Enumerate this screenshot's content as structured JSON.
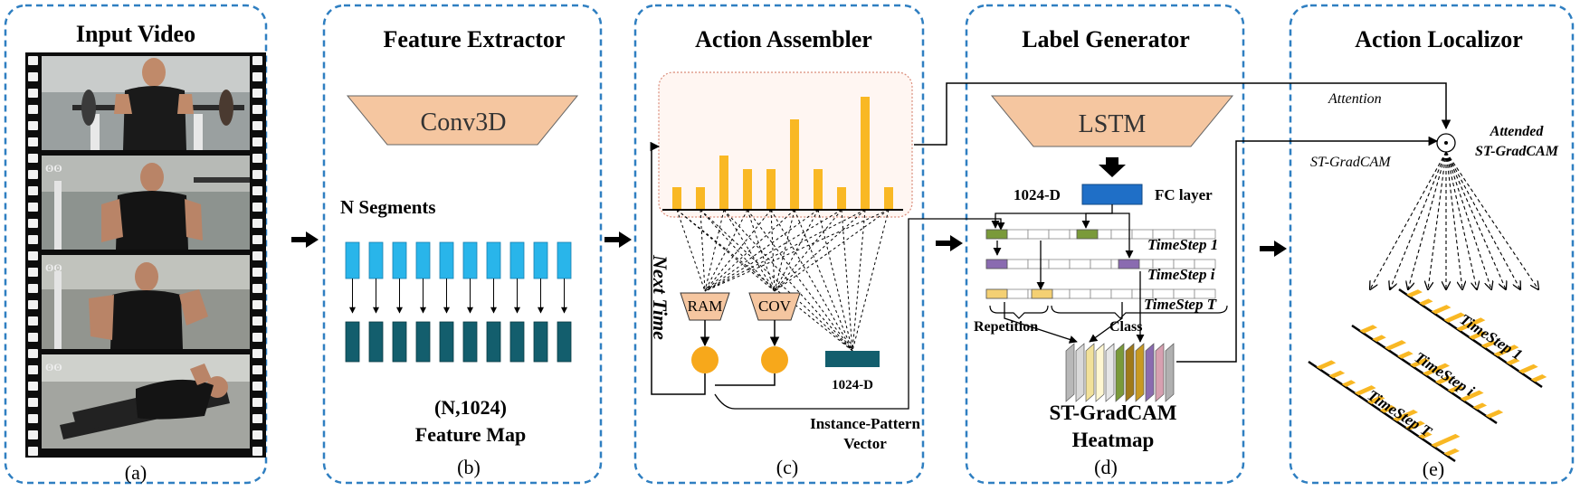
{
  "panels": {
    "input_video": {
      "title": "Input Video",
      "caption": "(a)"
    },
    "feature_extractor": {
      "title": "Feature Extractor",
      "conv_label": "Conv3D",
      "segments_label": "N Segments",
      "map_shape": "(N,1024)",
      "map_label": "Feature Map",
      "caption": "(b)"
    },
    "action_assembler": {
      "title": "Action Assembler",
      "ram_label": "RAM",
      "cov_label": "COV",
      "next_time_label": "Next Time",
      "vector_dim": "1024-D",
      "vector_label_1": "Instance-Pattern",
      "vector_label_2": "Vector",
      "caption": "(c)",
      "bar_levels": [
        0.25,
        0.25,
        0.6,
        0.45,
        0.45,
        1.0,
        0.45,
        0.25,
        1.25,
        0.25
      ]
    },
    "label_generator": {
      "title": "Label Generator",
      "lstm_label": "LSTM",
      "fc_dim": "1024-D",
      "fc_label": "FC layer",
      "timestep_1": "TimeStep 1",
      "timestep_i": "TimeStep i",
      "timestep_t": "TimeStep T",
      "repetition_label": "Repetition",
      "class_label": "Class",
      "heatmap_label_1": "ST-GradCAM",
      "heatmap_label_2": "Heatmap",
      "caption": "(d)"
    },
    "action_localizor": {
      "title": "Action Localizor",
      "attention_label": "Attention",
      "gradcam_label": "ST-GradCAM",
      "attended_label_1": "Attended",
      "attended_label_2": "ST-GradCAM",
      "timestep_1": "TimeStep 1",
      "timestep_i": "TimeStep i",
      "timestep_t": "TimeStep T",
      "caption": "(e)"
    }
  },
  "colors": {
    "panel_border": "#2f7fc1",
    "conv_fill": "#f5c6a0",
    "bar_yellow": "#f9b824",
    "segment_light": "#29b5ea",
    "segment_dark": "#135e6d",
    "fc_blue": "#1f6fc7",
    "cell_green": "#7a9a3a",
    "cell_purple": "#8a6bb0",
    "cell_yellow": "#f4d073",
    "circle_orange": "#f7a81b"
  },
  "icons": {
    "film": "film-strip-icon",
    "flow_arrow": "arrow-right-icon",
    "product": "circle-dot-icon"
  }
}
